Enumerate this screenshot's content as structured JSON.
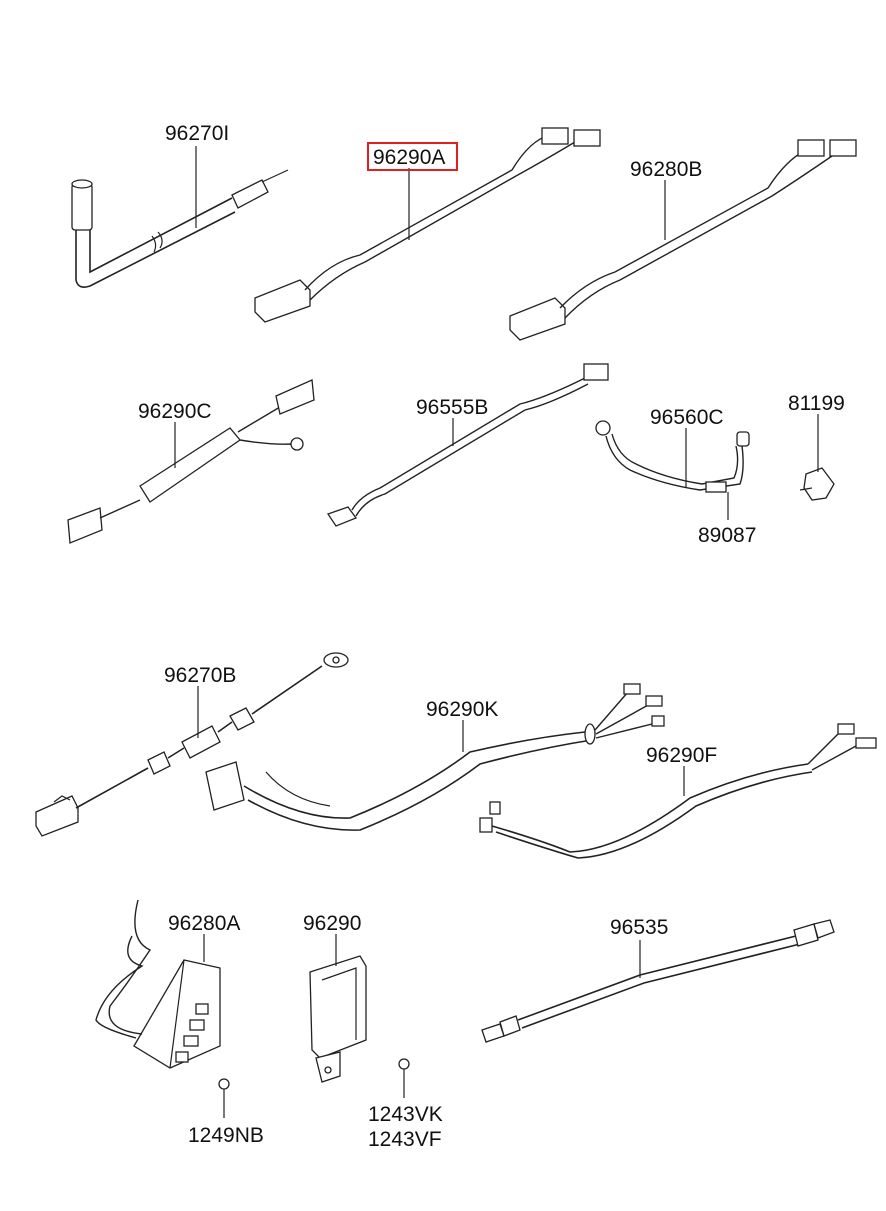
{
  "labels": {
    "p96270I": "96270I",
    "p96290A": "96290A",
    "p96280B": "96280B",
    "p96290C": "96290C",
    "p96555B": "96555B",
    "p96560C": "96560C",
    "p81199": "81199",
    "p89087": "89087",
    "p96270B": "96270B",
    "p96290K": "96290K",
    "p96290F": "96290F",
    "p96280A": "96280A",
    "p96290": "96290",
    "p96535": "96535",
    "p1249NB": "1249NB",
    "p1243VK": "1243VK",
    "p1243VF": "1243VF"
  },
  "highlight": {
    "part": "96290A",
    "color": "#e02020"
  }
}
